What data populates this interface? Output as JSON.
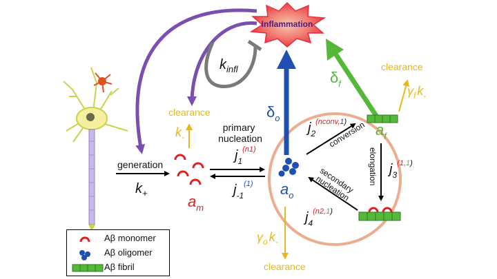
{
  "nodes": {
    "inflammation": "Inflammation",
    "am": {
      "base": "a",
      "sub": "m"
    },
    "ao": {
      "base": "a",
      "sub": "o"
    },
    "af": {
      "base": "a",
      "sub": "f"
    }
  },
  "labels": {
    "generation": "generation",
    "k_plus": {
      "base": "k",
      "sub": "+"
    },
    "k_infl": {
      "base": "k",
      "sub": "infl"
    },
    "primary_nucleation": [
      "primary",
      "nucleation"
    ],
    "j1": {
      "base": "j",
      "sub": "1",
      "sup": "(n1)"
    },
    "jm1": {
      "base": "j",
      "sub": "-1",
      "sup": "(1)"
    },
    "j2": {
      "base": "j",
      "sub": "2",
      "sup_red": "(nconv,",
      "sup_blue": "1",
      "sup_close": ")"
    },
    "j3": {
      "base": "j",
      "sub": "3",
      "sup_a": "(1,",
      "sup_b": "1",
      "sup_c": ")"
    },
    "j4": {
      "base": "j",
      "sub": "4",
      "sup_a": "(n2,",
      "sup_b": "1",
      "sup_c": ")"
    },
    "conversion": "conversion",
    "elongation": "elongation",
    "secondary_nucleation": [
      "secondary",
      "nucleation"
    ],
    "delta_o": {
      "base": "δ",
      "sub": "o"
    },
    "delta_f": {
      "base": "δ",
      "sub": "f"
    },
    "clearance_m": "clearance",
    "clearance_o": "clearance",
    "clearance_f": "clearance",
    "k_minus": {
      "base": "k",
      "sub": "-"
    },
    "gamma_o_k": {
      "g": "γ",
      "gsub": "o",
      "k": "k",
      "ksub": "-"
    },
    "gamma_f_k": {
      "g": "γ",
      "gsub": "f",
      "k": "k",
      "ksub": "-"
    }
  },
  "legend": {
    "monomer": "Aβ monomer",
    "oligomer": "Aβ oligomer",
    "fibril": "Aβ fibril"
  },
  "colors": {
    "red": "#e02020",
    "blue": "#1f4fb0",
    "green": "#55b83a",
    "yellow": "#e8b81a",
    "purple": "#7a4fb0",
    "gray": "#7a7a7a",
    "circle": "#ecac8e"
  }
}
